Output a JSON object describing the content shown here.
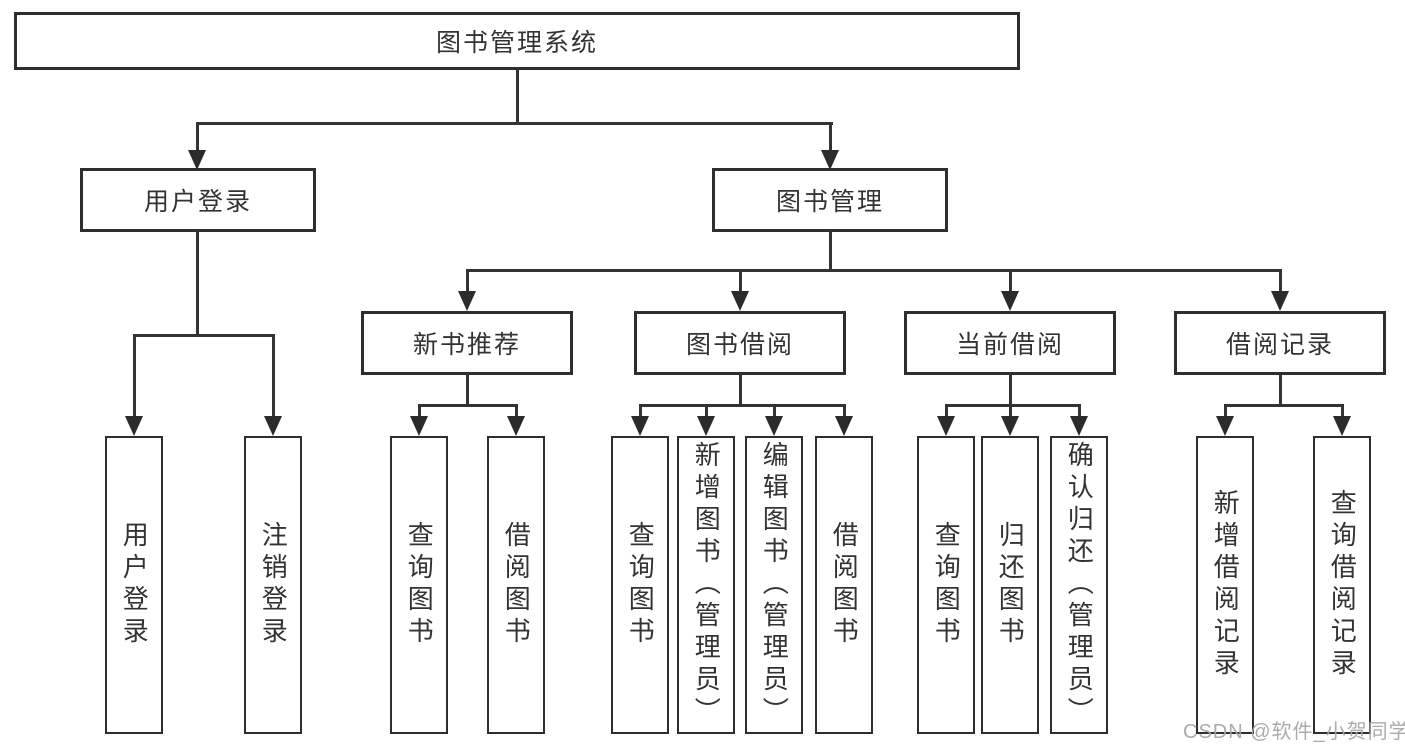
{
  "diagram": {
    "root": {
      "label": "图书管理系统"
    },
    "level2": {
      "user_login": {
        "label": "用户登录"
      },
      "book_mgmt": {
        "label": "图书管理"
      }
    },
    "level3": {
      "new_book_rec": {
        "label": "新书推荐"
      },
      "book_borrow": {
        "label": "图书借阅"
      },
      "current_borrow": {
        "label": "当前借阅"
      },
      "borrow_records": {
        "label": "借阅记录"
      }
    },
    "leaves": {
      "user_login": [
        "用户登录",
        "注销登录"
      ],
      "new_book_rec": [
        "查询图书",
        "借阅图书"
      ],
      "book_borrow": [
        "查询图书",
        "新增图书（管理员）",
        "编辑图书（管理员）",
        "借阅图书"
      ],
      "current_borrow": [
        "查询图书",
        "归还图书",
        "确认归还（管理员）"
      ],
      "borrow_records": [
        "新增借阅记录",
        "查询借阅记录"
      ]
    }
  },
  "watermark": {
    "text": "CSDN @软件_小贺同学"
  },
  "colors": {
    "background": "#ffffff",
    "box_border": "#2e2e2e",
    "line": "#333333",
    "text": "#333333",
    "watermark": "#a6a6a6"
  }
}
